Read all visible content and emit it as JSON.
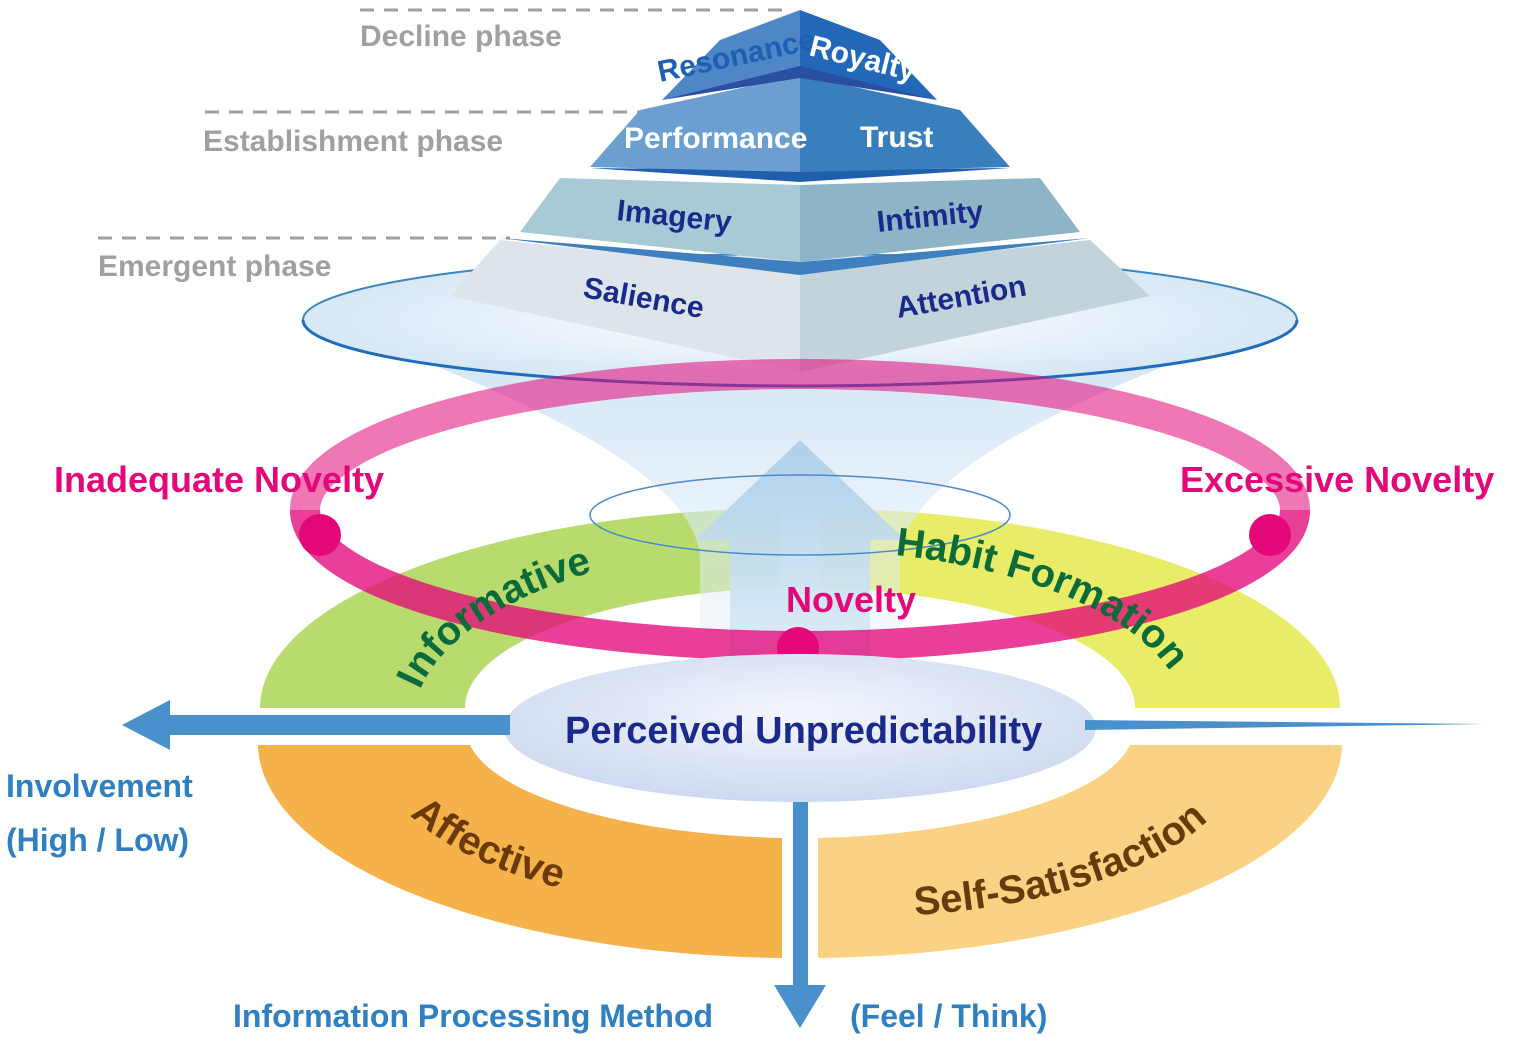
{
  "phases": {
    "decline": "Decline phase",
    "establishment": "Establishment phase",
    "emergent": "Emergent phase"
  },
  "pyramid": {
    "resonance": "Resonance",
    "royalty": "Royalty",
    "performance": "Performance",
    "trust": "Trust",
    "imagery": "Imagery",
    "intimity": "Intimity",
    "salience": "Salience",
    "attention": "Attention"
  },
  "novelty": {
    "inadequate": "Inadequate Novelty",
    "excessive": "Excessive Novelty",
    "center": "Novelty"
  },
  "quadrants": {
    "informative": "Informative",
    "habit_formation": "Habit Formation",
    "affective": "Affective",
    "self_satisfaction": "Self-Satisfaction"
  },
  "center_label": "Perceived Unpredictability",
  "axes": {
    "involvement": "Involvement",
    "involvement_range": "(High / Low)",
    "processing": "Information Processing Method",
    "processing_range": "(Feel / Think)"
  },
  "colors": {
    "pink": "#e4077a",
    "green": "#b9db6e",
    "yellow": "#e8ec66",
    "orange": "#f5b14a",
    "light_orange": "#fbd283",
    "navy": "#1a2a8a",
    "axis_blue": "#2f7fc1"
  }
}
